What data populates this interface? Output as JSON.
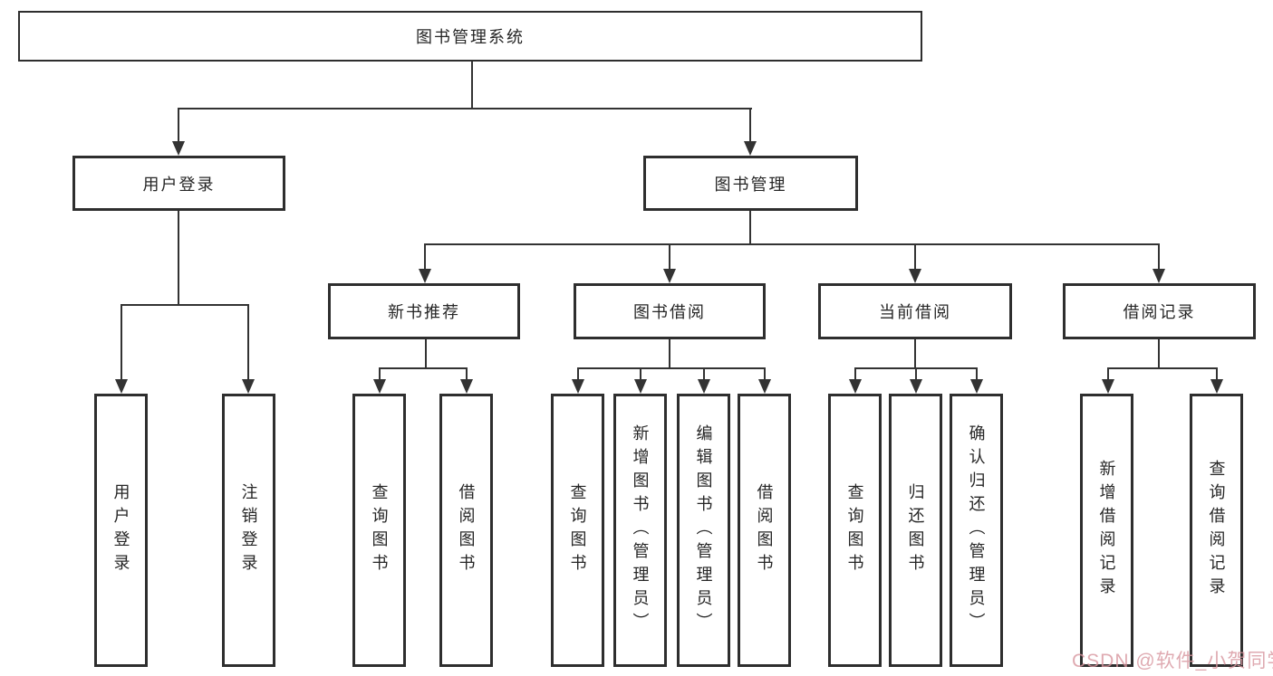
{
  "diagram_type": "hierarchy-tree",
  "tree": {
    "root": {
      "label": "图书管理系统",
      "children": [
        {
          "label": "用户登录",
          "children": [
            {
              "label": "用户登录"
            },
            {
              "label": "注销登录"
            }
          ]
        },
        {
          "label": "图书管理",
          "children": [
            {
              "label": "新书推荐",
              "children": [
                {
                  "label": "查询图书"
                },
                {
                  "label": "借阅图书"
                }
              ]
            },
            {
              "label": "图书借阅",
              "children": [
                {
                  "label": "查询图书"
                },
                {
                  "label": "新增图书（管理员）"
                },
                {
                  "label": "编辑图书（管理员）"
                },
                {
                  "label": "借阅图书"
                }
              ]
            },
            {
              "label": "当前借阅",
              "children": [
                {
                  "label": "查询图书"
                },
                {
                  "label": "归还图书"
                },
                {
                  "label": "确认归还（管理员）"
                }
              ]
            },
            {
              "label": "借阅记录",
              "children": [
                {
                  "label": "新增借阅记录"
                },
                {
                  "label": "查询借阅记录"
                }
              ]
            }
          ]
        }
      ]
    }
  },
  "watermark": {
    "text": "CSDN @软件_小贺同学"
  },
  "colors": {
    "line": "#333333",
    "box_border": "#2e2e2e",
    "text": "#262626",
    "bg": "#ffffff",
    "watermark": "#d8959e"
  }
}
